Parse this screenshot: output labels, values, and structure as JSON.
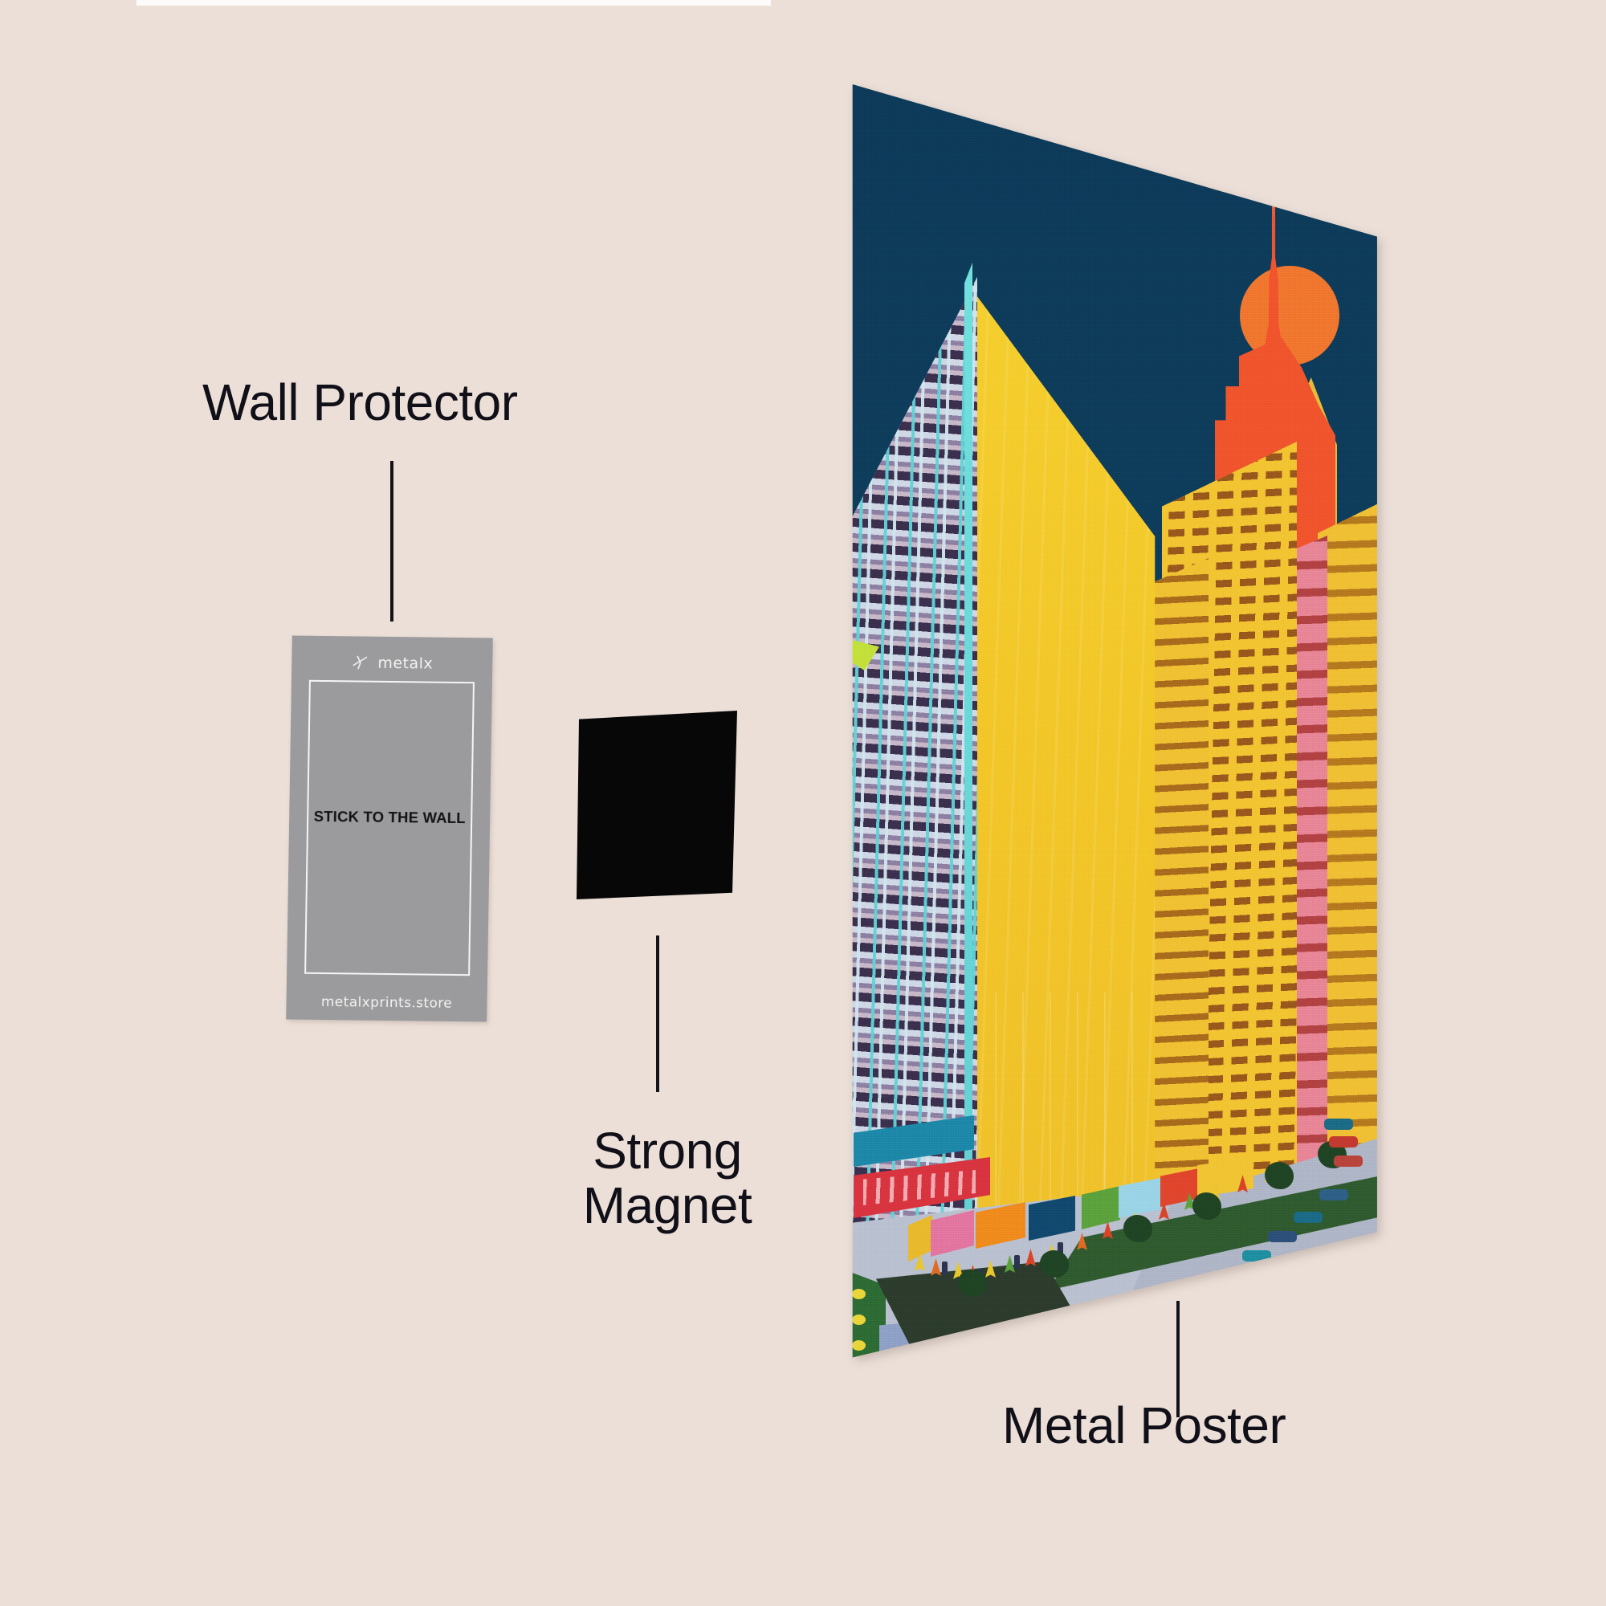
{
  "page": {
    "background_color": "#ebdfd8",
    "type": "product-feature-infographic"
  },
  "annotations": [
    {
      "id": "wall-protector",
      "label": "Wall Protector",
      "leader_line": true
    },
    {
      "id": "strong-magnet",
      "label": "Strong\nMagnet",
      "leader_line": true
    },
    {
      "id": "metal-poster",
      "label": "Metal Poster",
      "leader_line": true
    }
  ],
  "wall_protector_card": {
    "logo_mark": "metalx-cross-icon",
    "logo_wordmark": "metalx",
    "headline": "STICK TO THE WALL",
    "url": "metalxprints.store",
    "card_color": "#9b9b9d",
    "border_color": "#f6f5f4",
    "headline_color": "#131217",
    "url_color": "#f3f2f1"
  },
  "magnet": {
    "name": "strong-magnet",
    "color": "#070708"
  },
  "metal_poster": {
    "name": "metal-poster-artwork",
    "subject": "retro mid-century downtown city skyline at dusk",
    "colors": {
      "sky": "#0d3a59",
      "hero_tower_face": "#f2c628",
      "hero_window_grid": "#b9a9c4",
      "mullion_cyan": "#5fd3d6",
      "deco_tower": "#f0542c",
      "sun": "#f0762e",
      "gold_building": "#f0bf33",
      "pink_building": "#e78596",
      "sidewalk": "#b9c0cf",
      "greenery": "#2f5a2f",
      "awning_teal": "#1d87a8",
      "sign_red": "#d8343f"
    },
    "elements": [
      "night-sky",
      "yellow-modernist-tower",
      "cyan-outlined-window-grid-facade",
      "orange-art-deco-spire",
      "sun-disc",
      "yellow-ribbed-tower",
      "pink-slab-building",
      "golden-office-building",
      "street-level-shopfronts",
      "sidewalk-with-pedestrians",
      "street-trees",
      "parked-cars",
      "colorful-awnings"
    ]
  }
}
